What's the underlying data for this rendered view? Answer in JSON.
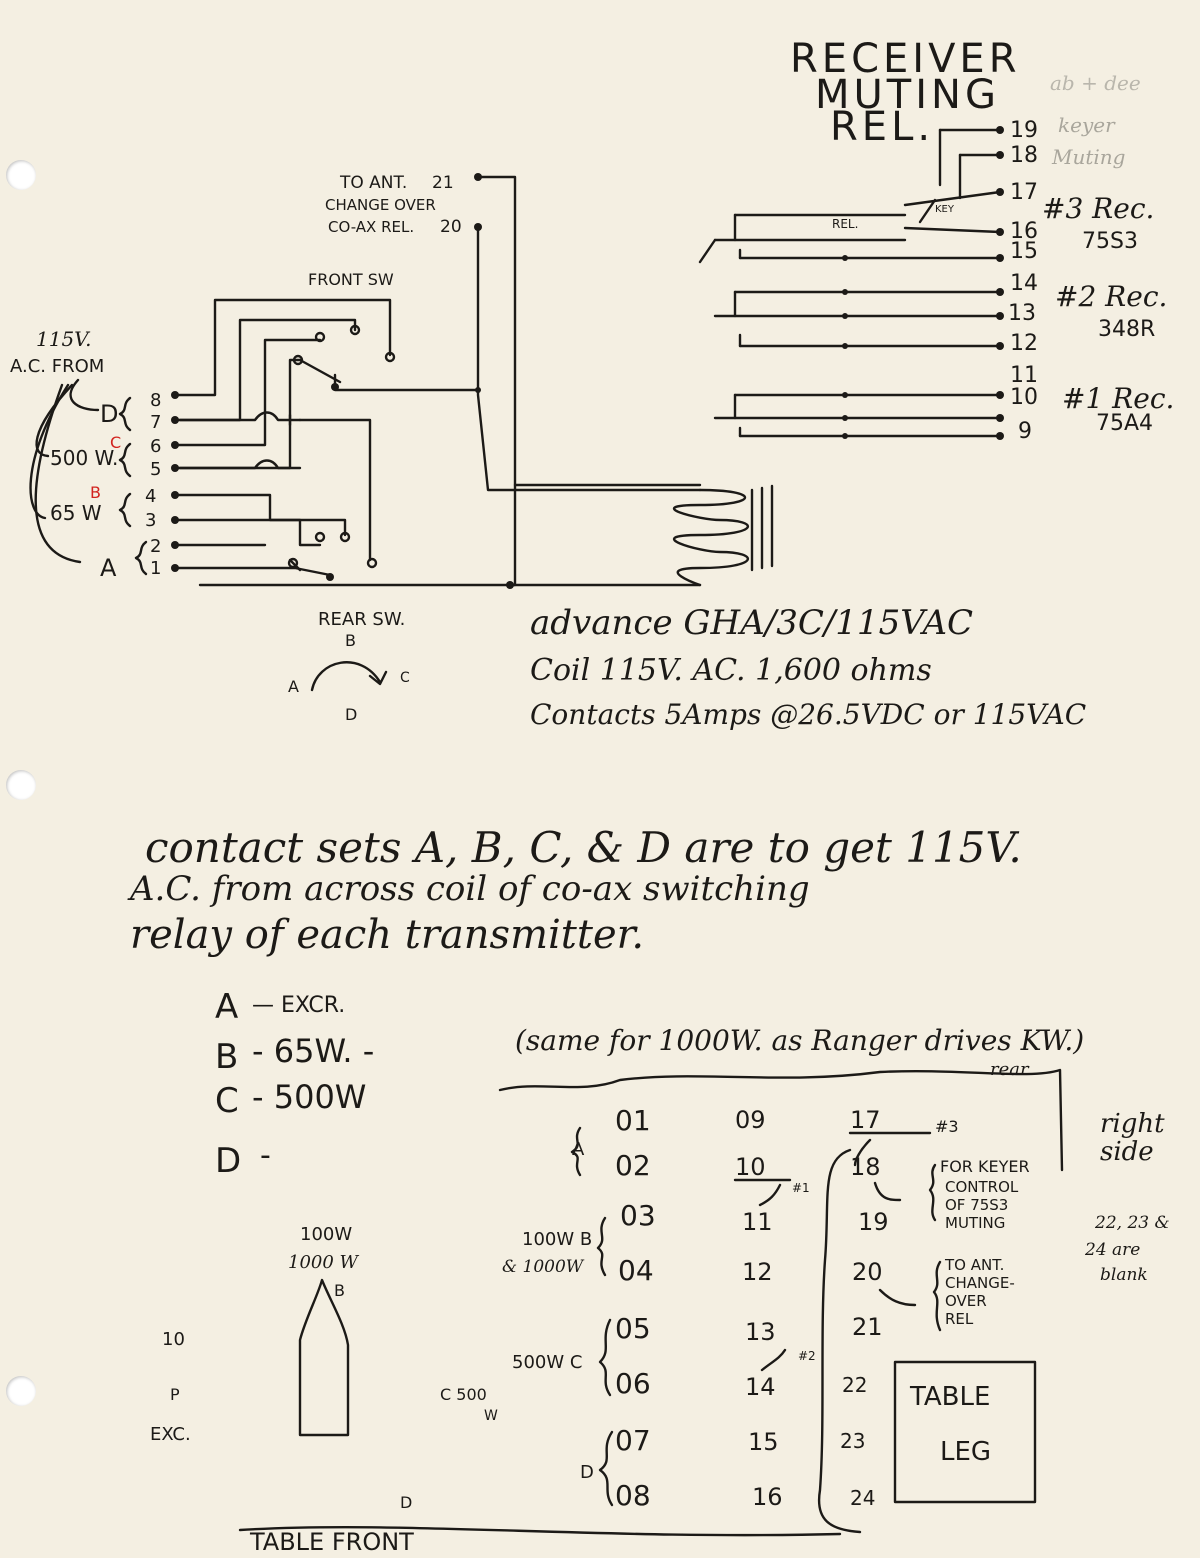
{
  "receiver_muting": {
    "title_lines": [
      "RECEIVER",
      "MUTING",
      "REL."
    ],
    "pencil_note": "ab + dee",
    "rel_label": "REL.",
    "key_label": "KEY",
    "terminals": [
      "19",
      "18",
      "17",
      "16",
      "15",
      "14",
      "13",
      "12",
      "11",
      "10",
      "9"
    ],
    "pencil_19": "keyer",
    "pencil_18": "Muting",
    "receivers": [
      {
        "name": "#3 Rec.",
        "model": "75S3"
      },
      {
        "name": "#2 Rec.",
        "model": "348R"
      },
      {
        "name": "#1 Rec.",
        "model": "75A4"
      }
    ]
  },
  "antenna_relay": {
    "lines": [
      "TO ANT.",
      "CHANGE OVER",
      "CO-AX REL."
    ],
    "terminal_21": "21",
    "terminal_20": "20"
  },
  "switches": {
    "front_label": "FRONT SW",
    "rear_label": "REAR SW.",
    "rotation_a": "A",
    "rotation_b": "B",
    "rotation_c": "C",
    "rotation_d": "D"
  },
  "ac_input": {
    "line1": "115V.",
    "line2": "A.C. FROM",
    "groups": [
      {
        "label": "D",
        "top": "8",
        "bottom": "7"
      },
      {
        "label": "500 W.",
        "top": "6",
        "bottom": "5"
      },
      {
        "label": "65 W",
        "top": "4",
        "bottom": "3"
      },
      {
        "label": "A",
        "top": "2",
        "bottom": "1"
      }
    ],
    "red_marks": [
      "C",
      "B"
    ]
  },
  "relay_spec": {
    "line1": "advance GHA/3C/115VAC",
    "line2": "Coil 115V. AC. 1,600 ohms",
    "line3": "Contacts 5Amps @26.5VDC or 115VAC"
  },
  "note": {
    "line1": "contact sets A, B, C, & D are to get 115V.",
    "line2": "A.C. from across coil of co-ax switching",
    "line3": "relay of each transmitter."
  },
  "key_list": [
    {
      "letter": "A",
      "text": "— EXCR."
    },
    {
      "letter": "B",
      "text": "- 65W. -"
    },
    {
      "letter": "C",
      "text": "- 500W"
    },
    {
      "letter": "D",
      "text": "-"
    }
  ],
  "b_note": "(same for 1000W. as Ranger drives KW.)",
  "b_note_small": "rear",
  "terminal_layout": {
    "col1": [
      "01",
      "02",
      "03",
      "04",
      "05",
      "06",
      "07",
      "08"
    ],
    "col2": [
      "09",
      "10",
      "11",
      "12",
      "13",
      "14",
      "15",
      "16"
    ],
    "col3": [
      "17",
      "18",
      "19",
      "20",
      "21",
      "22",
      "23",
      "24"
    ],
    "group_labels": {
      "a": "A",
      "b": "100W B",
      "b2": "& 1000W",
      "c": "500W C",
      "d": "D"
    },
    "mark_3": "#3",
    "mark_1": "#1",
    "mark_2": "#2",
    "keyer_note": [
      "FOR KEYER",
      "CONTROL",
      "OF 75S3",
      "MUTING"
    ],
    "ant_note": [
      "TO ANT.",
      "CHANGE-",
      "OVER",
      "REL"
    ],
    "right_side": [
      "right",
      "side"
    ],
    "blank_note": [
      "22, 23 &",
      "24 are",
      "blank"
    ],
    "table_leg": [
      "TABLE",
      "LEG"
    ],
    "table_front": "TABLE FRONT",
    "bottom_d": "D"
  },
  "left_bottom": {
    "line1": "100W",
    "line2": "1000 W",
    "b_label": "B",
    "small_a": "10",
    "small_b": "P",
    "small_c": "EXC.",
    "c500": "C 500",
    "c500_w": "W"
  }
}
